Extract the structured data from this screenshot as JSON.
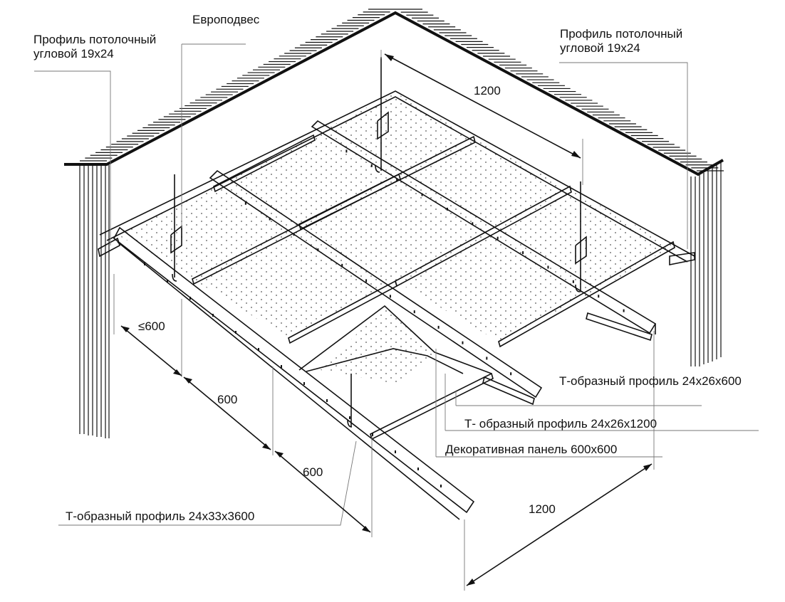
{
  "labels": {
    "corner_profile_left_l1": "Профиль потолочный",
    "corner_profile_left_l2": "угловой 19х24",
    "euro_hanger": "Европодвес",
    "corner_profile_right_l1": "Профиль потолочный",
    "corner_profile_right_l2": "угловой 19х24",
    "t_profile_600": "Т-образный профиль 24х26х600",
    "t_profile_1200": "Т- образный профиль 24х26х1200",
    "decorative_panel": "Декоративная панель 600х600",
    "t_profile_3600": "Т-образный профиль 24х33х3600"
  },
  "dimensions": {
    "top_span": "1200",
    "max_hanger_spacing": "≤600",
    "spacing_a": "600",
    "spacing_b": "600",
    "bottom_span": "1200"
  },
  "colors": {
    "line": "#111111",
    "leader": "#777777",
    "panel_dots": "#555555"
  }
}
